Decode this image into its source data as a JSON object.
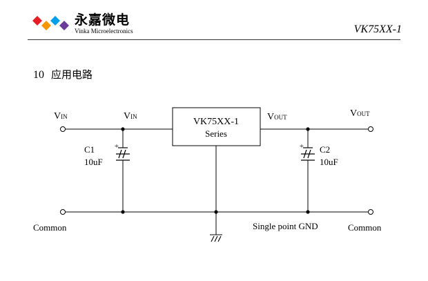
{
  "header": {
    "brand_cn": "永嘉微电",
    "brand_en": "Vinka Microelectronics",
    "doc_title": "VK75XX-1",
    "logo_colors": [
      "#e31e24",
      "#f39800",
      "#00a0e9",
      "#6a3d9a"
    ]
  },
  "section": {
    "number": "10",
    "title": "应用电路"
  },
  "diagram": {
    "vin_terminal_main": "V",
    "vin_terminal_sub": "IN",
    "vin_node_main": "V",
    "vin_node_sub": "IN",
    "chip_line1": "VK75XX-1",
    "chip_line2": "Series",
    "vout_node_main": "V",
    "vout_node_sub": "OUT",
    "vout_terminal_main": "V",
    "vout_terminal_sub": "OUT",
    "c1_name": "C1",
    "c1_value": "10uF",
    "c2_name": "C2",
    "c2_value": "10uF",
    "plus": "+",
    "common_left": "Common",
    "common_right": "Common",
    "gnd_label": "Single point GND"
  }
}
